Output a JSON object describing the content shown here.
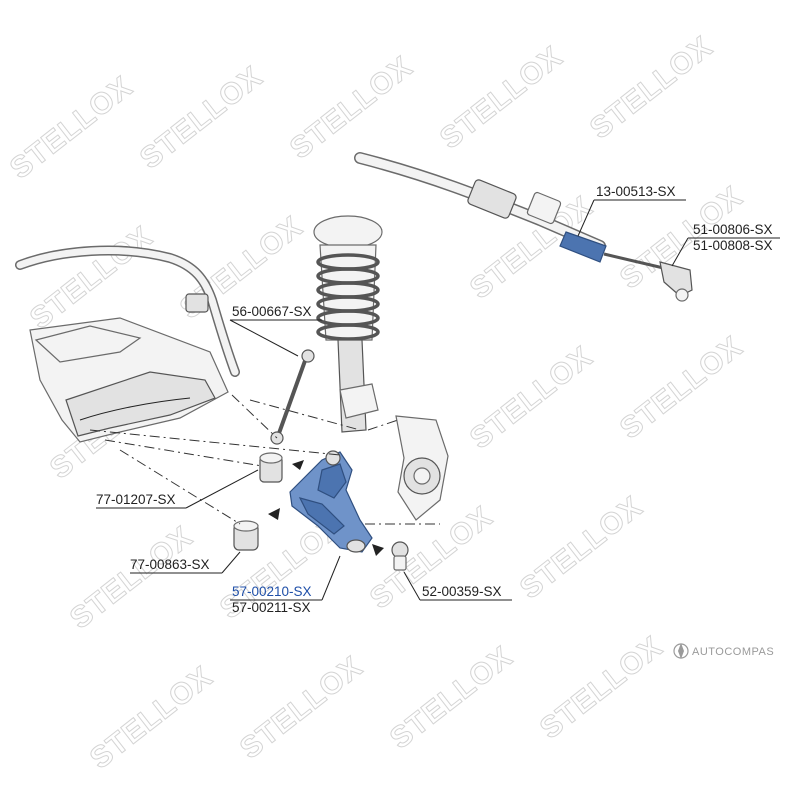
{
  "watermark": {
    "text": "STELLOX"
  },
  "brand": {
    "text": "AUTOCOMPAS"
  },
  "colors": {
    "highlight": "#1f4fa8",
    "part_blue": "#6f93c9",
    "line": "#222222"
  },
  "labels": {
    "steering_rack": "13-00513-SX",
    "tie_rod_end_left": "51-00806-SX",
    "tie_rod_end_right": "51-00808-SX",
    "stabilizer_link": "56-00667-SX",
    "bushing_rear": "77-01207-SX",
    "bushing_front": "77-00863-SX",
    "control_arm_left": "57-00210-SX",
    "control_arm_right": "57-00211-SX",
    "ball_joint": "52-00359-SX"
  }
}
